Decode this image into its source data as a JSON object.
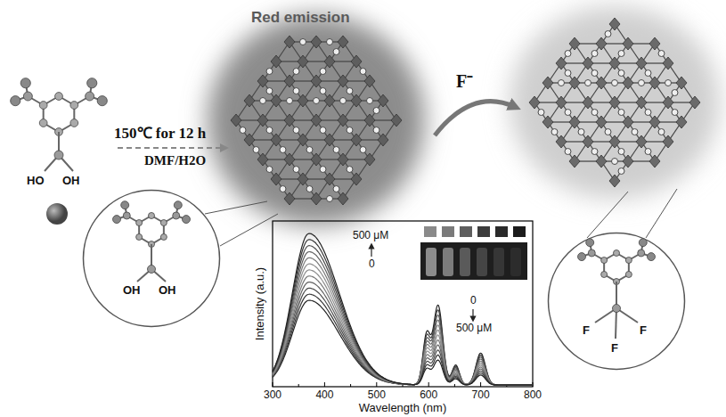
{
  "diagram": {
    "nodes": [
      {
        "text": [
          "OH",
          "OH"
        ]
      },
      {
        "text": [
          "F",
          "F",
          "F"
        ]
      }
    ],
    "labels": [
      "Red emission",
      "150℃ for 12 h",
      "DMF/H2O",
      "HO",
      "OH",
      "F⁻",
      "500 μM",
      "0",
      "0",
      "500 μM",
      "Intensity (a.u.)",
      "Wavelength (nm)",
      "300",
      "400",
      "500",
      "600",
      "700",
      "800"
    ]
  }
}
